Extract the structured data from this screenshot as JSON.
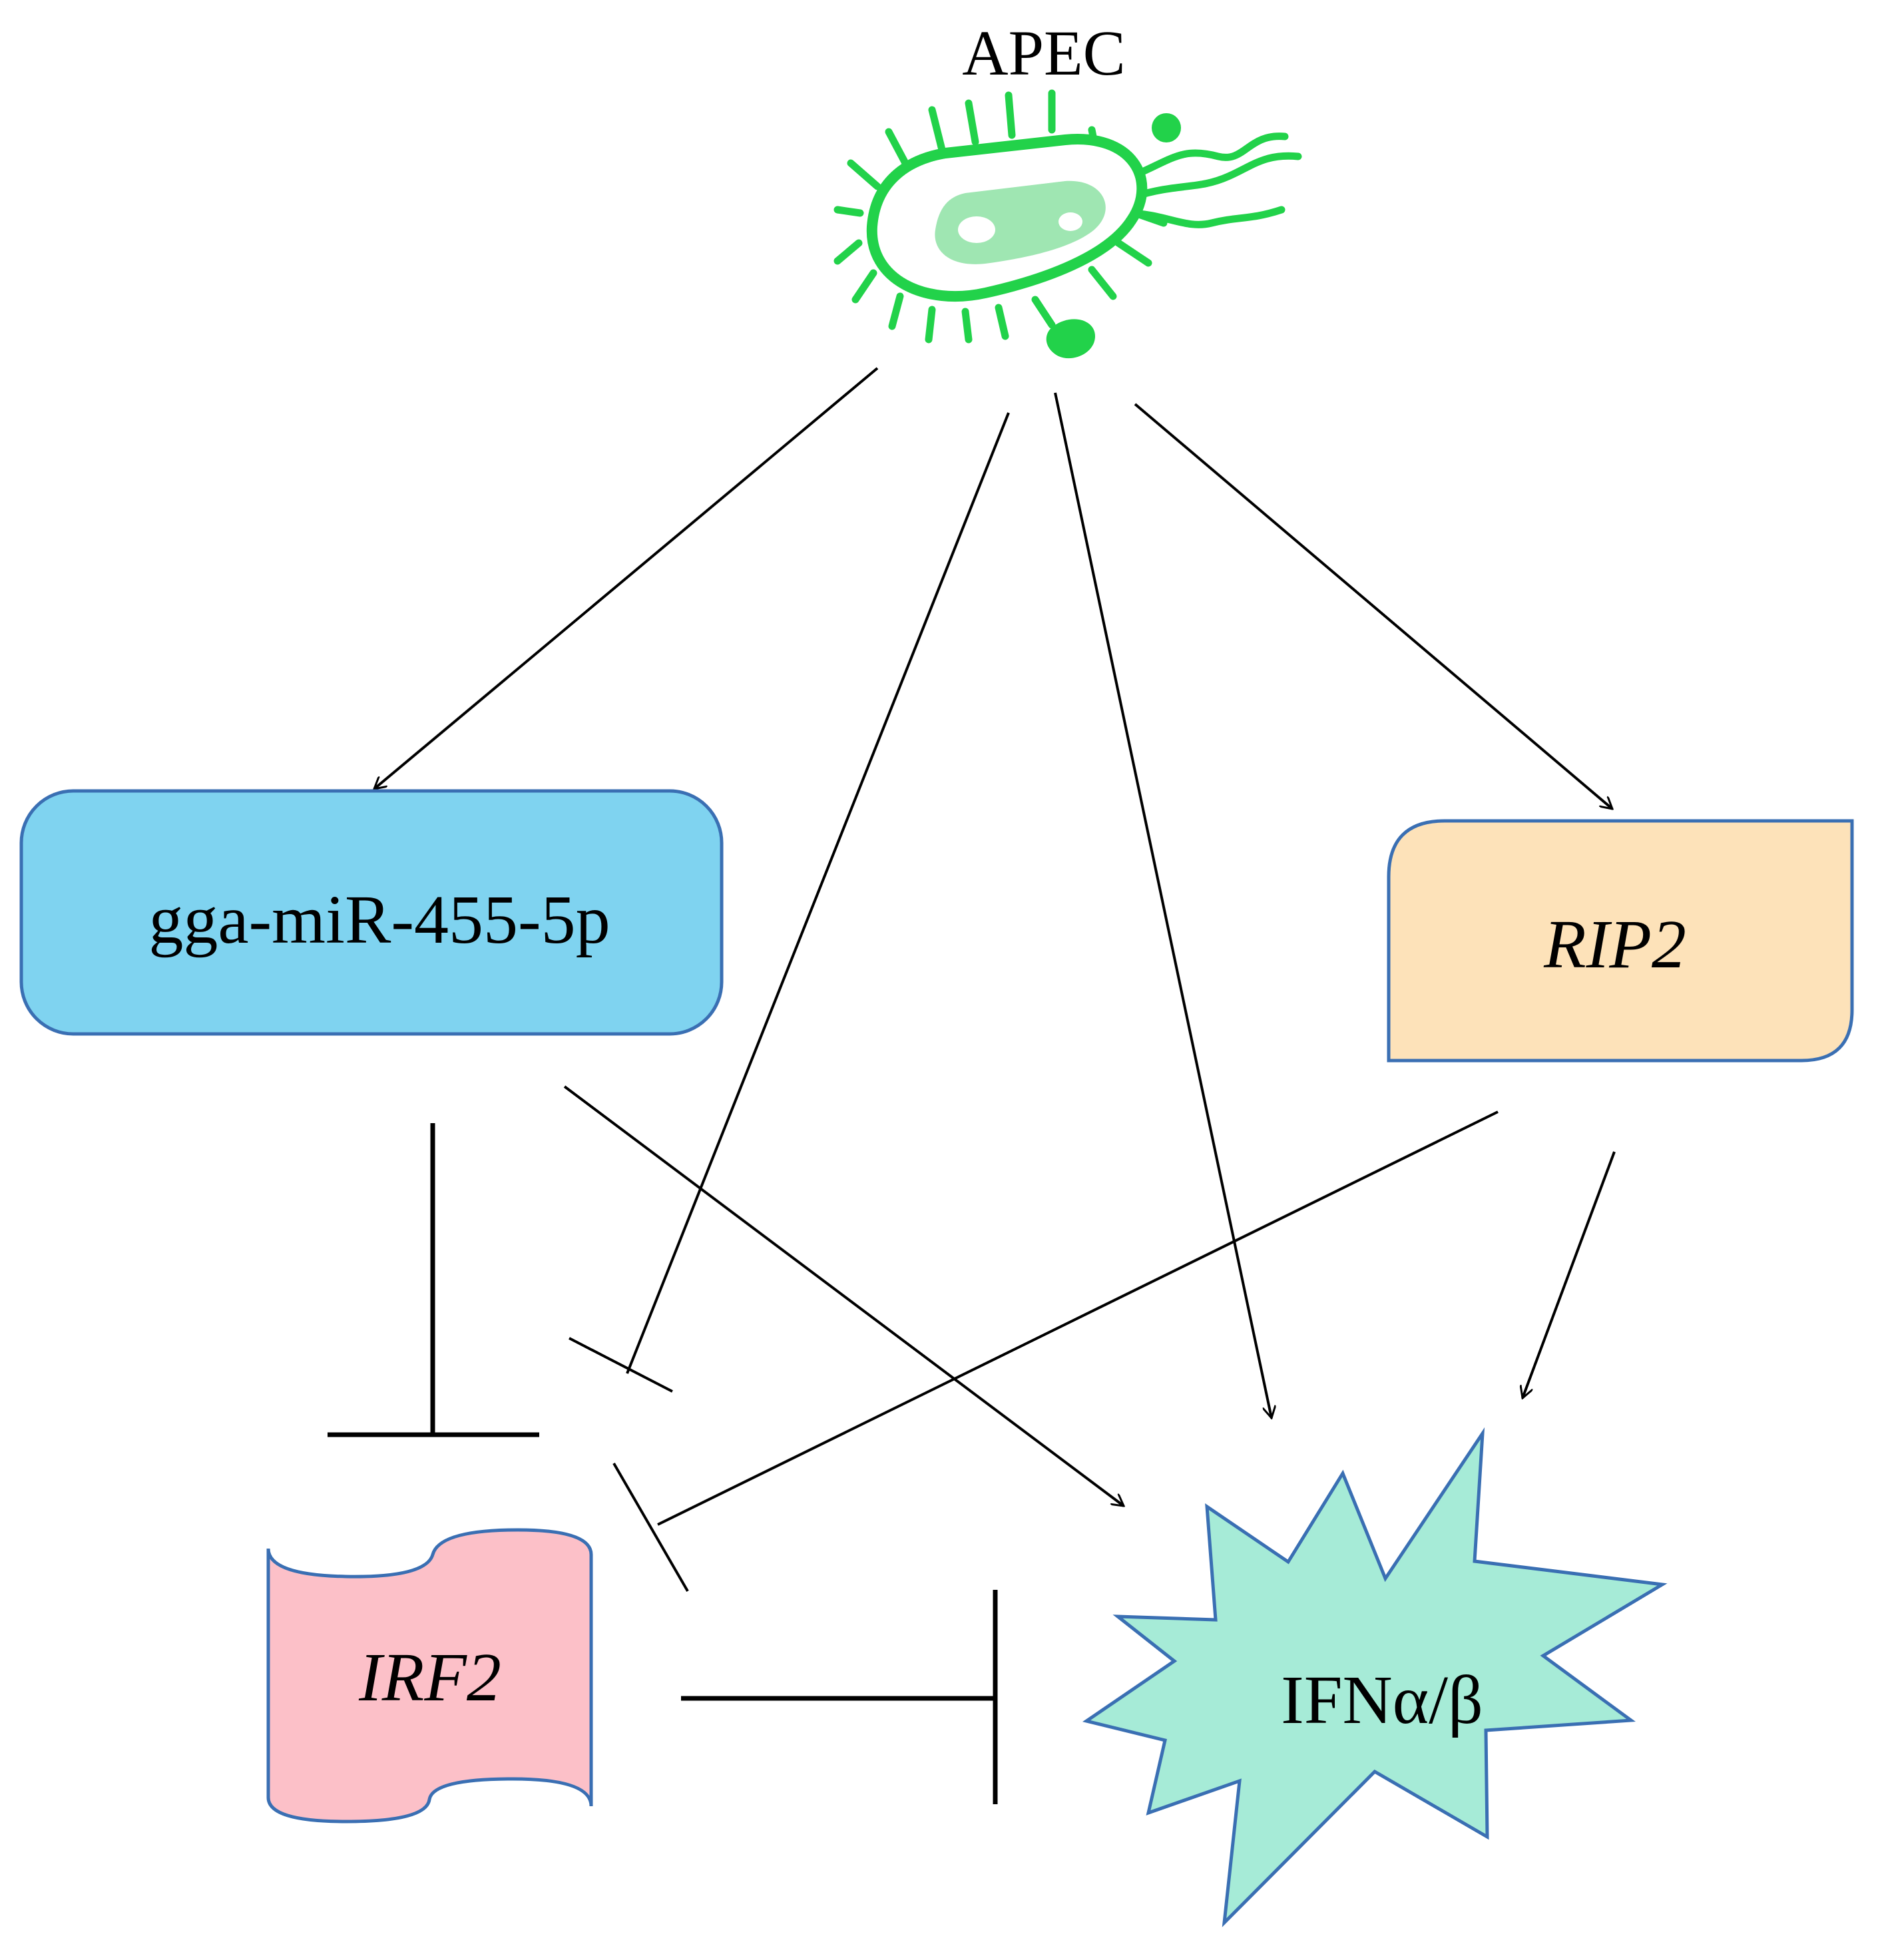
{
  "title": "APEC",
  "nodes": {
    "mirna": {
      "label": "gga-miR-455-5p"
    },
    "rip2": {
      "label": "RIP2"
    },
    "irf2": {
      "label": "IRF2"
    },
    "ifn": {
      "label": "IFNα/β"
    }
  },
  "edges": [
    {
      "from": "APEC",
      "to": "gga-miR-455-5p",
      "type": "activation"
    },
    {
      "from": "APEC",
      "to": "IRF2",
      "type": "inhibition"
    },
    {
      "from": "APEC",
      "to": "IFNα/β",
      "type": "activation"
    },
    {
      "from": "APEC",
      "to": "RIP2",
      "type": "activation"
    },
    {
      "from": "gga-miR-455-5p",
      "to": "IRF2",
      "type": "inhibition"
    },
    {
      "from": "gga-miR-455-5p",
      "to": "IFNα/β",
      "type": "activation"
    },
    {
      "from": "RIP2",
      "to": "IRF2",
      "type": "inhibition"
    },
    {
      "from": "RIP2",
      "to": "IFNα/β",
      "type": "activation"
    },
    {
      "from": "IRF2",
      "to": "IFNα/β",
      "type": "inhibition"
    }
  ],
  "colors": {
    "bacterium": "#22d24a",
    "bacterium_inner": "#9fe6b2",
    "mirna_fill": "#7fd3f0",
    "rip2_fill": "#fde2b9",
    "irf2_fill": "#fcc0c8",
    "ifn_fill": "#a6ebd7",
    "border": "#3a6fb3"
  }
}
